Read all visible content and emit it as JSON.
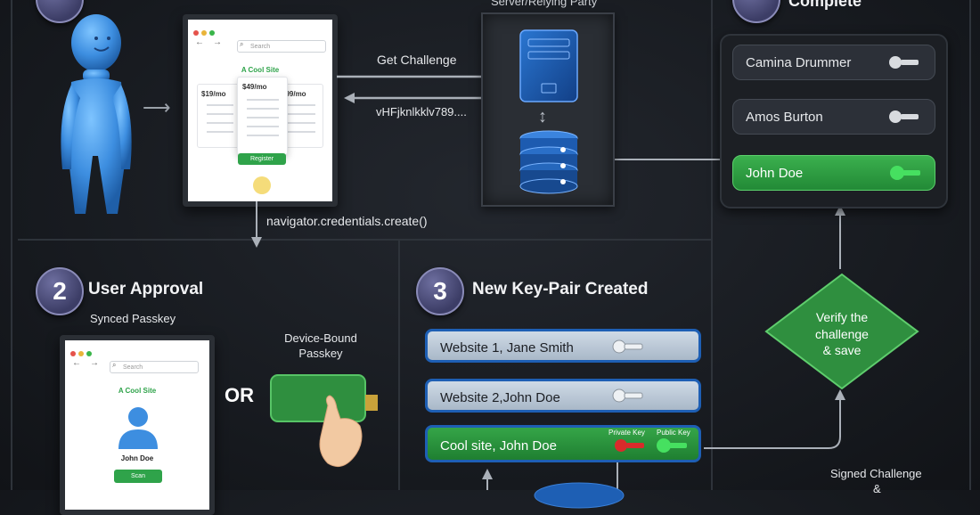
{
  "header": {
    "server_title": "Server/Relying Party",
    "complete_title": "Complete"
  },
  "flow": {
    "get_challenge": "Get Challenge",
    "challenge_value": "vHFjknlkklv789....",
    "create_call": "navigator.credentials.create()",
    "signed_challenge": "Signed Challenge",
    "signed_challenge_cont": "&"
  },
  "browser_top": {
    "search_placeholder": "Search",
    "site_title": "A Cool Site",
    "prices": [
      "$19/mo",
      "$49/mo",
      "$99/mo"
    ],
    "register_label": "Register"
  },
  "step2": {
    "number": "2",
    "title": "User Approval",
    "synced_label": "Synced Passkey",
    "or_label": "OR",
    "device_label_1": "Device-Bound",
    "device_label_2": "Passkey",
    "browser": {
      "search_placeholder": "Search",
      "site_title": "A Cool Site",
      "user_name": "John Doe",
      "scan_label": "Scan"
    }
  },
  "step3": {
    "number": "3",
    "title": "New Key-Pair Created",
    "keys": [
      {
        "label": "Website 1, Jane Smith"
      },
      {
        "label": "Website 2,John Doe"
      },
      {
        "label": "Cool site, John Doe"
      }
    ],
    "private_key_label": "Private Key",
    "public_key_label": "Public Key"
  },
  "complete": {
    "users": [
      "Camina Drummer",
      "Amos Burton",
      "John Doe"
    ],
    "verify_1": "Verify the",
    "verify_2": "challenge",
    "verify_3": "& save"
  },
  "colors": {
    "accent_green": "#2fa34a",
    "accent_blue": "#1e5fb4",
    "badge_purple": "#4a4b7a",
    "private_key_red": "#d92b2b"
  }
}
